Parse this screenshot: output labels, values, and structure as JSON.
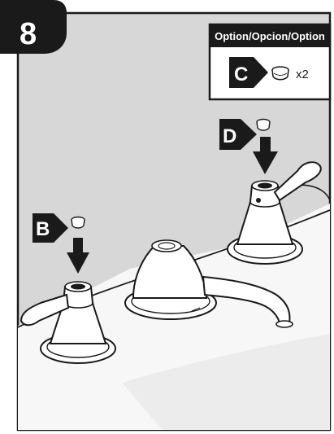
{
  "step": {
    "number": "8"
  },
  "option_box": {
    "title": "Option/Opcion/Option",
    "letter": "C",
    "quantity": "x2",
    "part_icon": "cap-icon"
  },
  "callouts": [
    {
      "letter": "B",
      "part_icon": "cap-icon"
    },
    {
      "letter": "D",
      "part_icon": "cap-icon"
    }
  ],
  "colors": {
    "background_panel": "#d7d7d7",
    "ink": "#1a1a1a",
    "white": "#ffffff"
  }
}
